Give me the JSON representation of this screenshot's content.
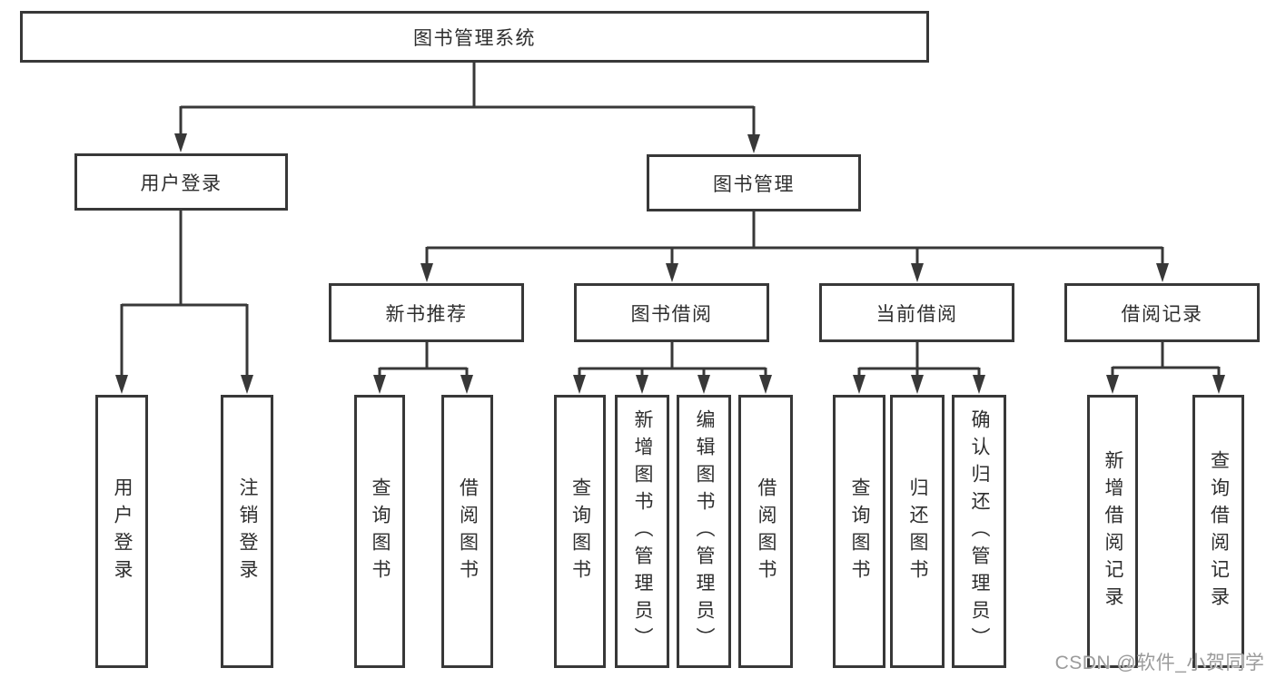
{
  "diagram": {
    "root": {
      "label": "图书管理系统"
    },
    "level2": {
      "user_login": {
        "label": "用户登录"
      },
      "book_management": {
        "label": "图书管理"
      }
    },
    "level3": {
      "new_book_recommend": {
        "label": "新书推荐"
      },
      "book_borrow": {
        "label": "图书借阅"
      },
      "current_borrow": {
        "label": "当前借阅"
      },
      "borrow_records": {
        "label": "借阅记录"
      }
    },
    "leaves": {
      "user_login_leaf": {
        "label": "用户登录"
      },
      "logout_leaf": {
        "label": "注销登录"
      },
      "nb_query_books": {
        "label": "查询图书"
      },
      "nb_borrow_books": {
        "label": "借阅图书"
      },
      "bb_query_books": {
        "label": "查询图书"
      },
      "bb_add_books": {
        "label": "新增图书（管理员）"
      },
      "bb_edit_books": {
        "label": "编辑图书（管理员）"
      },
      "bb_borrow_books": {
        "label": "借阅图书"
      },
      "cb_query_books": {
        "label": "查询图书"
      },
      "cb_return_books": {
        "label": "归还图书"
      },
      "cb_confirm_return": {
        "label": "确认归还（管理员）"
      },
      "br_add_record": {
        "label": "新增借阅记录"
      },
      "br_query_record": {
        "label": "查询借阅记录"
      }
    }
  },
  "watermark": {
    "text": "CSDN @软件_小贺同学",
    "color": "#9b9b9b"
  },
  "colors": {
    "line": "#383838",
    "text": "#2e2e2e",
    "background": "#ffffff"
  }
}
